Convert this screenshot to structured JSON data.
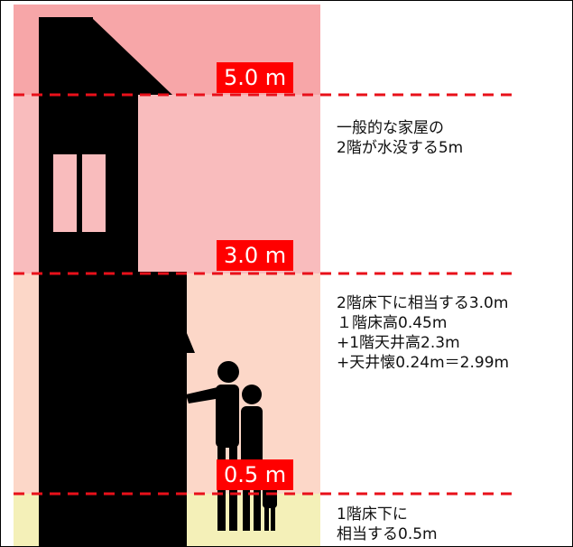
{
  "levels": [
    {
      "label": "5.0 m",
      "height_m": 5.0
    },
    {
      "label": "3.0 m",
      "height_m": 3.0
    },
    {
      "label": "0.5 m",
      "height_m": 0.5
    }
  ],
  "notes": {
    "n5": [
      "一般的な家屋の",
      "2階が水没する5m"
    ],
    "n3": [
      "2階床下に相当する3.0m",
      "１階床高0.45m",
      "+1階天井高2.3m",
      "+天井懐0.24m＝2.99m"
    ],
    "n05": [
      "1階床下に",
      "相当する0.5m"
    ]
  },
  "colors": {
    "zone_top": "#f7a6a8",
    "zone_upper": "#f9bcbd",
    "zone_mid": "#fcd7c8",
    "zone_ground": "#f4f0b8",
    "label_bg": "#ff0000",
    "line": "#e8101a"
  },
  "icons": [
    "house-silhouette",
    "family-silhouette"
  ]
}
